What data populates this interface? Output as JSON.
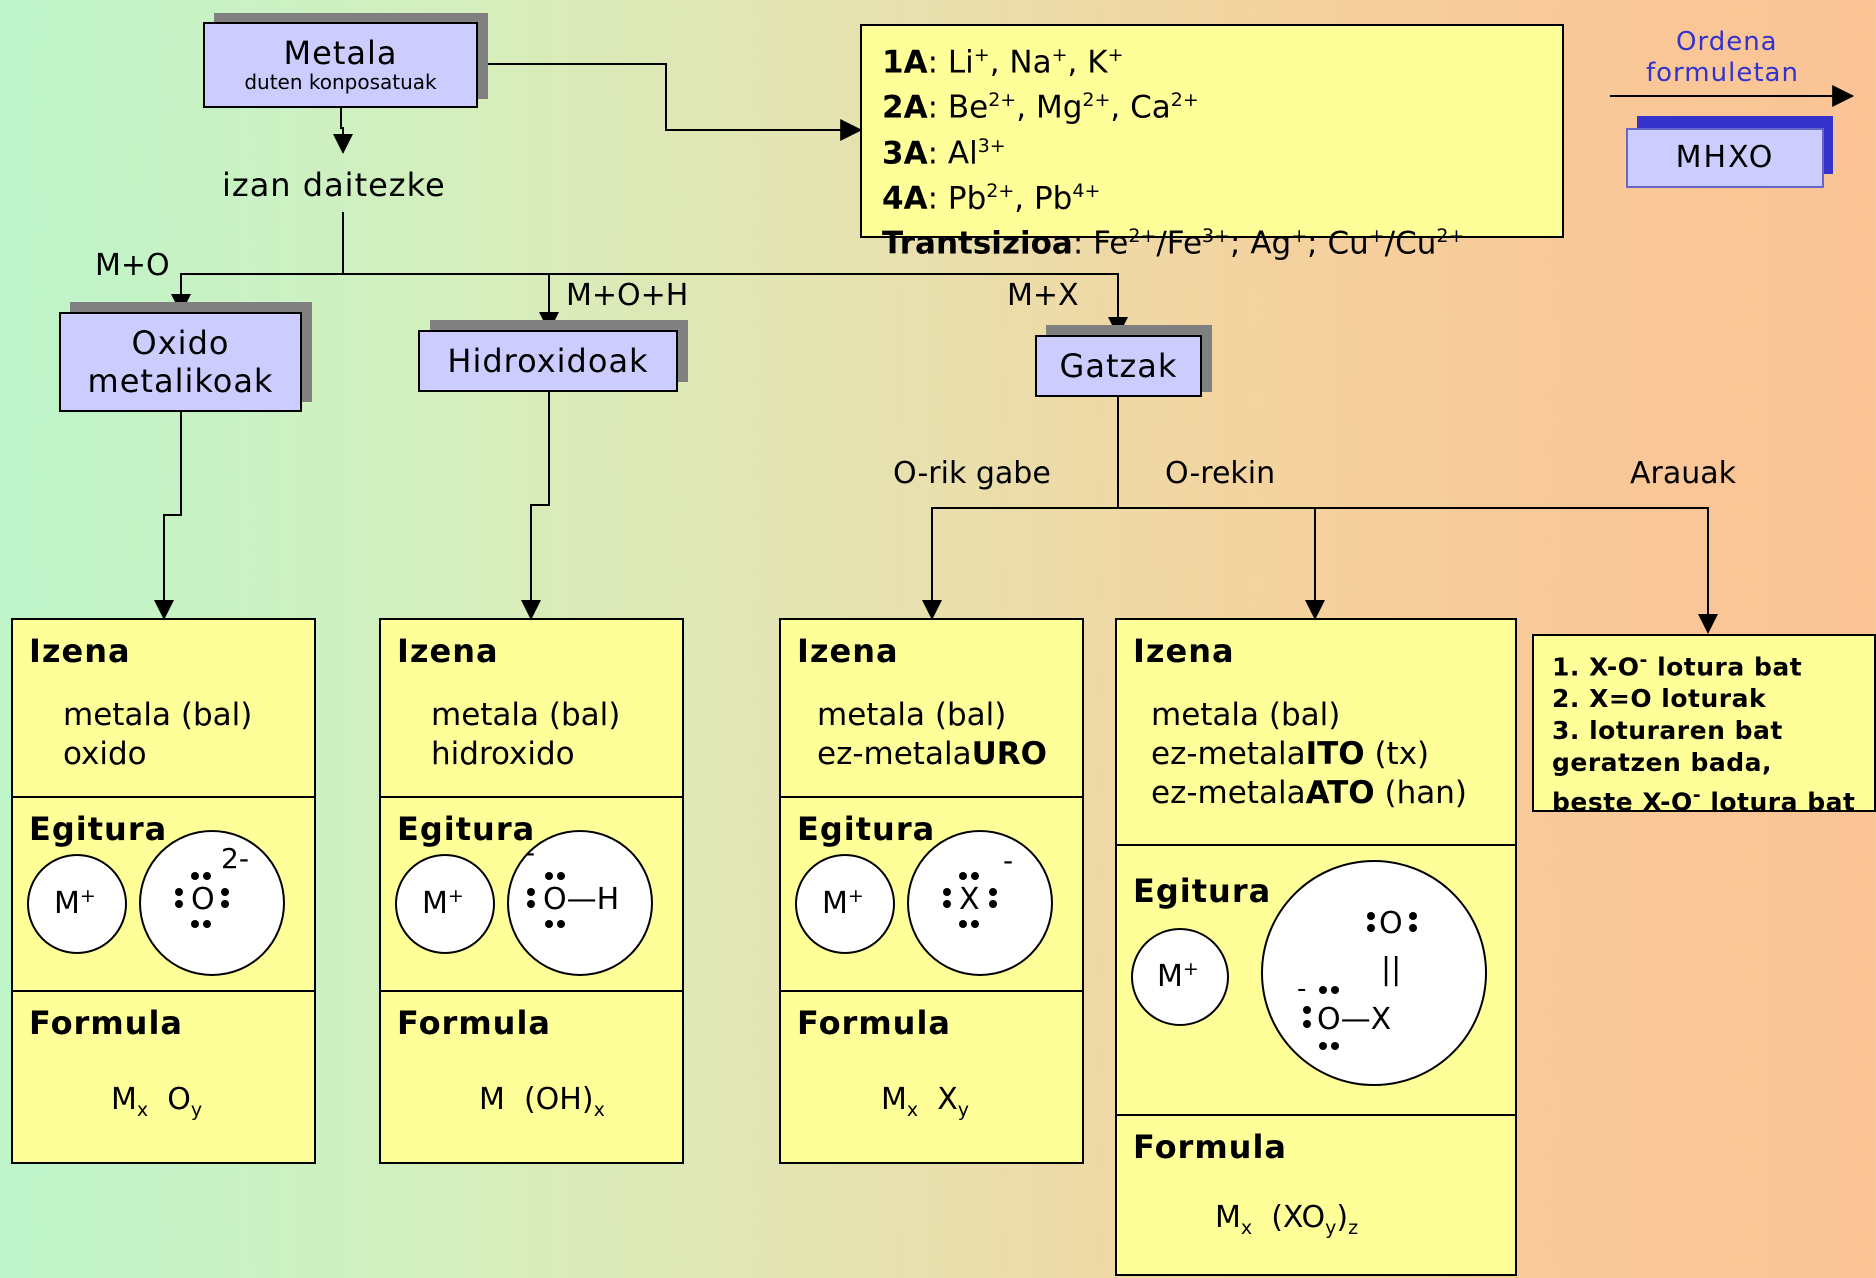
{
  "top_box": {
    "title": "Metala",
    "subtitle": "duten konposatuak"
  },
  "izan_label": "izan daitezke",
  "ions_box": {
    "rows": [
      {
        "label": "1A",
        "text_parts": [
          "Li",
          "+",
          ", Na",
          "+",
          ", K",
          "+"
        ]
      },
      {
        "label": "2A",
        "text_parts": [
          "Be",
          "2+",
          ", Mg",
          "2+",
          ", Ca",
          "2+"
        ]
      },
      {
        "label": "3A",
        "text_parts": [
          "Al",
          "3+"
        ]
      },
      {
        "label": "4A",
        "text_parts": [
          "Pb",
          "2+",
          ", Pb",
          "4+"
        ]
      },
      {
        "label": "Trantsizioa",
        "text_parts": [
          "Fe",
          "2+",
          "/Fe",
          "3+",
          "; Ag",
          "+",
          "; Cu",
          "+",
          "/Cu",
          "2+"
        ]
      }
    ]
  },
  "order": {
    "title_line1": "Ordena",
    "title_line2": "formuletan",
    "box": "MHXO"
  },
  "branches": {
    "oxide": "M+O",
    "hydroxide": "M+O+H",
    "salt": "M+X"
  },
  "category_boxes": {
    "oxide": {
      "line1": "Oxido",
      "line2": "metalikoak"
    },
    "hydroxide": "Hidroxidoak",
    "salt": "Gatzak"
  },
  "salt_branches": {
    "no_oxygen": "O-rik gabe",
    "with_oxygen": "O-rekin",
    "rules": "Arauak"
  },
  "section_titles": {
    "name": "Izena",
    "structure": "Egitura",
    "formula": "Formula"
  },
  "cards": {
    "oxide": {
      "name_lines": [
        "metala (bal)",
        "oxido"
      ],
      "cation": [
        "M",
        "+"
      ],
      "anion_atom": "O",
      "anion_charge": "2-",
      "formula": [
        "M",
        "x",
        "O",
        "y"
      ]
    },
    "hydroxide": {
      "name_lines": [
        "metala (bal)",
        "hidroxido"
      ],
      "cation": [
        "M",
        "+"
      ],
      "anion_atom": "O",
      "anion_bond": "—H",
      "anion_charge": "-",
      "formula": [
        "M",
        "(OH)",
        "x"
      ]
    },
    "salt_no_o": {
      "name_parts": [
        "metala (bal)",
        "ez-metala",
        "URO"
      ],
      "cation": [
        "M",
        "+"
      ],
      "anion_atom": "X",
      "anion_charge": "-",
      "formula": [
        "M",
        "x",
        "X",
        "y"
      ]
    },
    "salt_o": {
      "name_lines": [
        "metala (bal)"
      ],
      "name_parts_2": [
        "ez-metala",
        "ITO",
        " (tx)"
      ],
      "name_parts_3": [
        "ez-metala",
        "ATO",
        " (han)"
      ],
      "cation": [
        "M",
        "+"
      ],
      "top_atom": "O",
      "double_bond": "||",
      "charge": "-",
      "bottom_atom": "O",
      "bottom_bond": "—X",
      "formula": [
        "M",
        "x",
        "(XO",
        "y",
        ")",
        "z"
      ]
    }
  },
  "rules_box": {
    "lines": [
      [
        "1. X-O",
        "-",
        " lotura bat"
      ],
      [
        "2. X=O loturak"
      ],
      [
        "3. loturaren bat"
      ],
      [
        "geratzen bada,"
      ],
      [
        "beste X-O",
        "-",
        " lotura bat"
      ]
    ]
  },
  "colors": {
    "blue_box": "#ccccff",
    "yellow_box": "#ffff99",
    "order_text": "#3333cc"
  }
}
